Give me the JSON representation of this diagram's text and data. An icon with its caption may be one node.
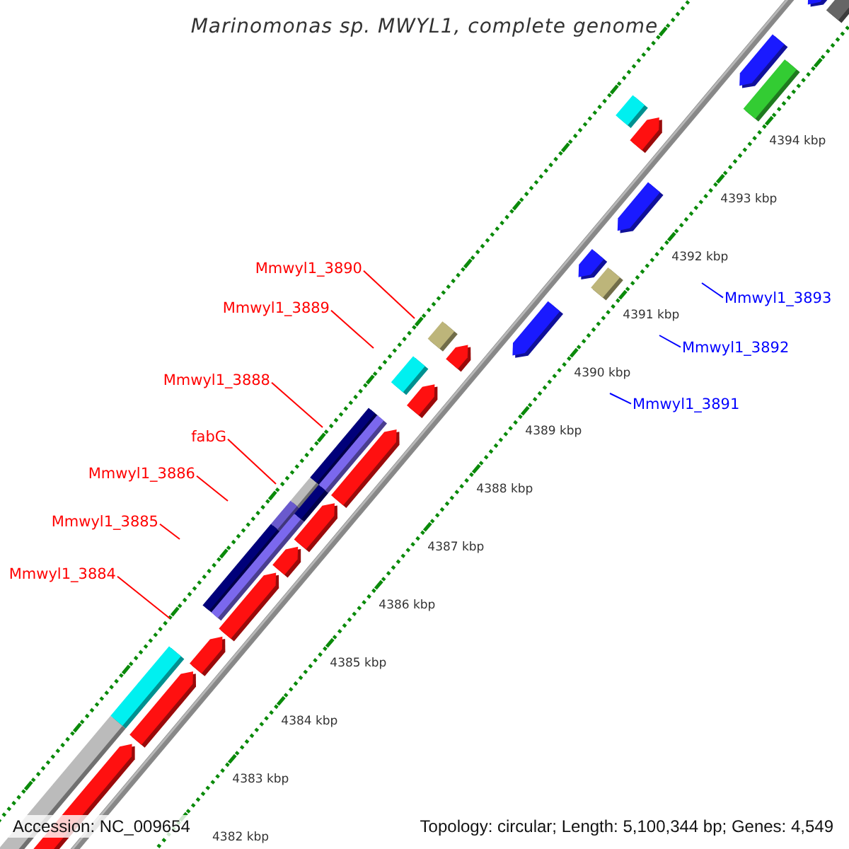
{
  "diagram": {
    "title": "Marinomonas sp. MWYL1, complete genome",
    "nodes": [
      {
        "text": [
          "Mmwyl1_3890"
        ]
      },
      {
        "text": [
          "Mmwyl1_3893"
        ]
      },
      {
        "text": [
          "Mmwyl1_3889"
        ]
      },
      {
        "text": [
          "Mmwyl1_3892"
        ]
      },
      {
        "text": [
          "Mmwyl1_3888"
        ]
      },
      {
        "text": [
          "Mmwyl1_3891"
        ]
      },
      {
        "text": [
          "fabG"
        ]
      },
      {
        "text": [
          "Mmwyl1_3886"
        ]
      },
      {
        "text": [
          "Mmwyl1_3885"
        ]
      },
      {
        "text": [
          "Mmwyl1_3884"
        ]
      }
    ],
    "edges": [
      {
        "from": 0,
        "to": null,
        "arrow": "none"
      },
      {
        "from": 1,
        "to": null,
        "arrow": "none",
        "color": "#0000ff"
      },
      {
        "from": 2,
        "to": null,
        "arrow": "none"
      },
      {
        "from": 3,
        "to": null,
        "arrow": "none",
        "color": "#0000ff"
      },
      {
        "from": 4,
        "to": null,
        "arrow": "none"
      },
      {
        "from": 5,
        "to": null,
        "arrow": "none",
        "color": "#0000ff"
      },
      {
        "from": 6,
        "to": null,
        "arrow": "none"
      },
      {
        "from": 7,
        "to": null,
        "arrow": "none"
      },
      {
        "from": 8,
        "to": null,
        "arrow": "none"
      },
      {
        "from": 9,
        "to": null,
        "arrow": "none"
      }
    ],
    "labels": [
      "4394 kbp",
      "4393 kbp",
      "4392 kbp",
      "4391 kbp",
      "4390 kbp",
      "4389 kbp",
      "4388 kbp",
      "4387 kbp",
      "4386 kbp",
      "4385 kbp",
      "4384 kbp",
      "4383 kbp",
      "4382 kbp",
      "Accession: NC_009654",
      "Topology: circular; Length: 5,100,344 bp; Genes: 4,549"
    ]
  }
}
